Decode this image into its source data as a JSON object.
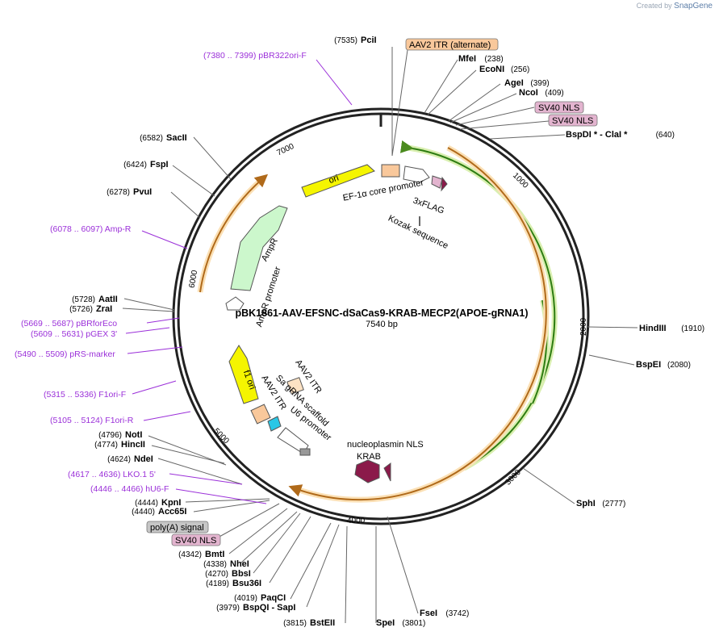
{
  "brand": {
    "created_by": "Created by",
    "logo": "SnapGene"
  },
  "plasmid": {
    "name": "pBK1861-AAV-EFSNC-dSaCas9-KRAB-MECP2(APOE-gRNA1)",
    "length": "7540 bp"
  },
  "ticks": [
    "1000",
    "2000",
    "3000",
    "4000",
    "5000",
    "6000",
    "7000"
  ],
  "sites_right": [
    {
      "name": "PciI",
      "pos": "(7535)"
    },
    {
      "name": "MfeI",
      "pos": "(238)"
    },
    {
      "name": "EcoNI",
      "pos": "(256)"
    },
    {
      "name": "AgeI",
      "pos": "(399)"
    },
    {
      "name": "NcoI",
      "pos": "(409)"
    },
    {
      "name": "BspDI * - ClaI *",
      "pos": "(640)"
    },
    {
      "name": "HindIII",
      "pos": "(1910)"
    },
    {
      "name": "BspEI",
      "pos": "(2080)"
    },
    {
      "name": "SphI",
      "pos": "(2777)"
    },
    {
      "name": "FseI",
      "pos": "(3742)"
    },
    {
      "name": "SpeI",
      "pos": "(3801)"
    },
    {
      "name": "BstEII",
      "pos": "(3815)"
    },
    {
      "name": "BspQI  - SapI",
      "pos": "(3979)"
    },
    {
      "name": "PaqCI",
      "pos": "(4019)"
    },
    {
      "name": "Bsu36I",
      "pos": "(4189)"
    },
    {
      "name": "BbsI",
      "pos": "(4270)"
    },
    {
      "name": "NheI",
      "pos": "(4338)"
    },
    {
      "name": "BmtI",
      "pos": "(4342)"
    },
    {
      "name": "Acc65I",
      "pos": "(4440)"
    },
    {
      "name": "KpnI",
      "pos": "(4444)"
    },
    {
      "name": "NdeI",
      "pos": "(4624)"
    },
    {
      "name": "HincII",
      "pos": "(4774)"
    },
    {
      "name": "NotI",
      "pos": "(4796)"
    },
    {
      "name": "ZraI",
      "pos": "(5726)"
    },
    {
      "name": "AatII",
      "pos": "(5728)"
    },
    {
      "name": "PvuI",
      "pos": "(6278)"
    },
    {
      "name": "FspI",
      "pos": "(6424)"
    },
    {
      "name": "SacII",
      "pos": "(6582)"
    }
  ],
  "primers": [
    {
      "name": "pBR322ori-F",
      "pos": "(7380 .. 7399)"
    },
    {
      "name": "Amp-R",
      "pos": "(6078 .. 6097)"
    },
    {
      "name": "pBRforEco",
      "pos": "(5669 .. 5687)"
    },
    {
      "name": "pGEX 3'",
      "pos": "(5609 .. 5631)"
    },
    {
      "name": "pRS-marker",
      "pos": "(5490 .. 5509)"
    },
    {
      "name": "F1ori-F",
      "pos": "(5315 .. 5336)"
    },
    {
      "name": "F1ori-R",
      "pos": "(5105 .. 5124)"
    },
    {
      "name": "LKO.1 5'",
      "pos": "(4617 .. 4636)"
    },
    {
      "name": "hU6-F",
      "pos": "(4446 .. 4466)"
    }
  ],
  "pills": [
    {
      "label": "AAV2 ITR (alternate)",
      "color": "#f9c89b"
    },
    {
      "label": "SV40 NLS",
      "color": "#e3b4cf"
    },
    {
      "label": "SV40 NLS",
      "color": "#e3b4cf"
    },
    {
      "label": "poly(A) signal",
      "color": "#c6c6c6"
    },
    {
      "label": "SV40 NLS",
      "color": "#e3b4cf"
    }
  ],
  "features": {
    "ori": "ori",
    "ef1a": "EF-1α core promoter",
    "flag": "3xFLAG",
    "kozak": "Kozak sequence",
    "ampr": "AmpR",
    "amprp": "AmpR promoter",
    "f1": "f1 ori",
    "aav_itr_a": "AAV2 ITR",
    "aav_itr_b": "AAV2 ITR",
    "scaffold": "Sa gRNA scaffold",
    "u6": "U6 promoter",
    "np_nls": "nucleoplasmin NLS",
    "krab": "KRAB"
  }
}
